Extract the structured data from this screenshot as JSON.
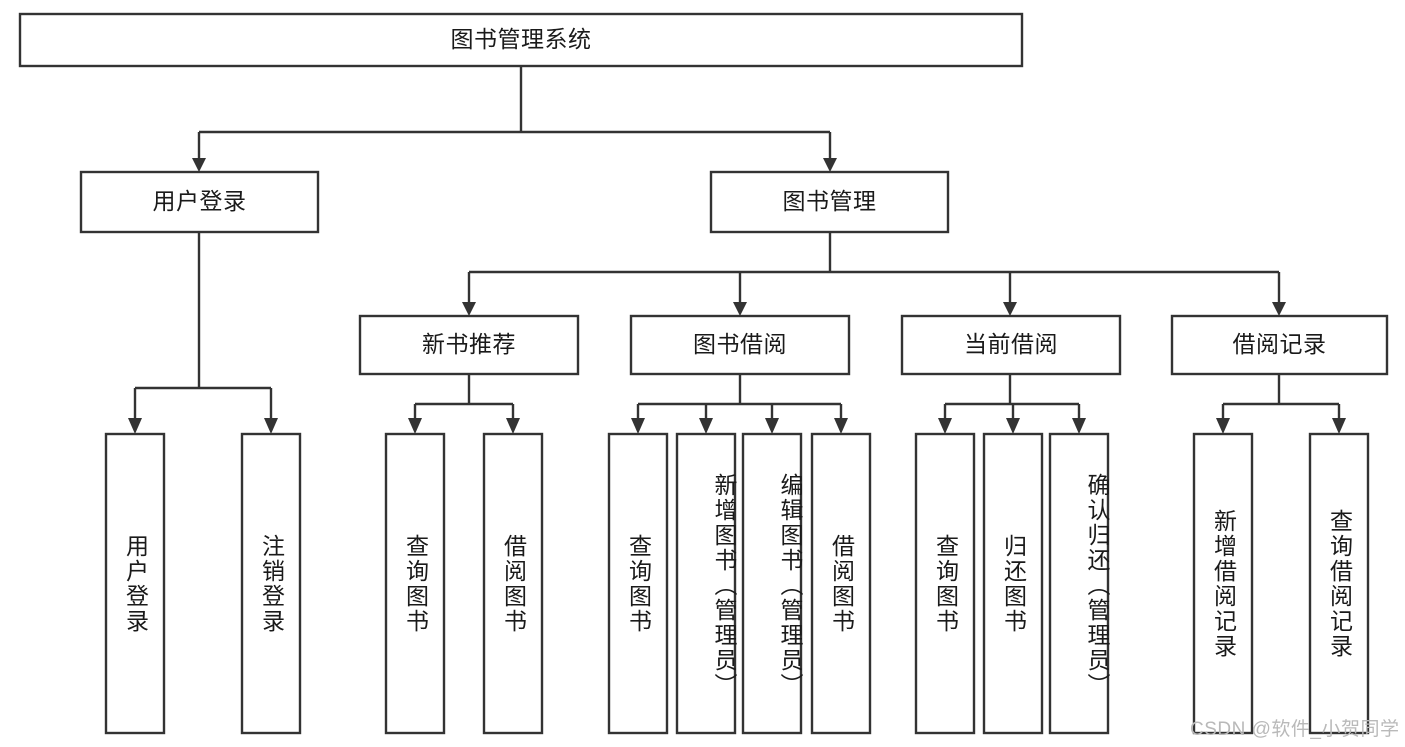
{
  "diagram": {
    "type": "tree-hierarchy",
    "title": "图书管理系统",
    "watermark": "CSDN @软件_小贺同学",
    "colors": {
      "stroke": "#333333",
      "fill": "#ffffff",
      "text": "#1a1a1a",
      "watermark": "#b9b9b9",
      "background": "#ffffff"
    },
    "levels": {
      "root": {
        "label": "图书管理系统"
      },
      "level2": [
        {
          "label": "用户登录"
        },
        {
          "label": "图书管理"
        }
      ],
      "level3": [
        {
          "label": "新书推荐"
        },
        {
          "label": "图书借阅"
        },
        {
          "label": "当前借阅"
        },
        {
          "label": "借阅记录"
        }
      ],
      "leaves": {
        "user_login": [
          {
            "label": "用户登录"
          },
          {
            "label": "注销登录"
          }
        ],
        "new_book": [
          {
            "label": "查询图书"
          },
          {
            "label": "借阅图书"
          }
        ],
        "book_borrow": [
          {
            "label": "查询图书"
          },
          {
            "label": "新增图书（管理员）"
          },
          {
            "label": "编辑图书（管理员）"
          },
          {
            "label": "借阅图书"
          }
        ],
        "current_borrow": [
          {
            "label": "查询图书"
          },
          {
            "label": "归还图书"
          },
          {
            "label": "确认归还（管理员）"
          }
        ],
        "borrow_record": [
          {
            "label": "新增借阅记录"
          },
          {
            "label": "查询借阅记录"
          }
        ]
      }
    }
  }
}
